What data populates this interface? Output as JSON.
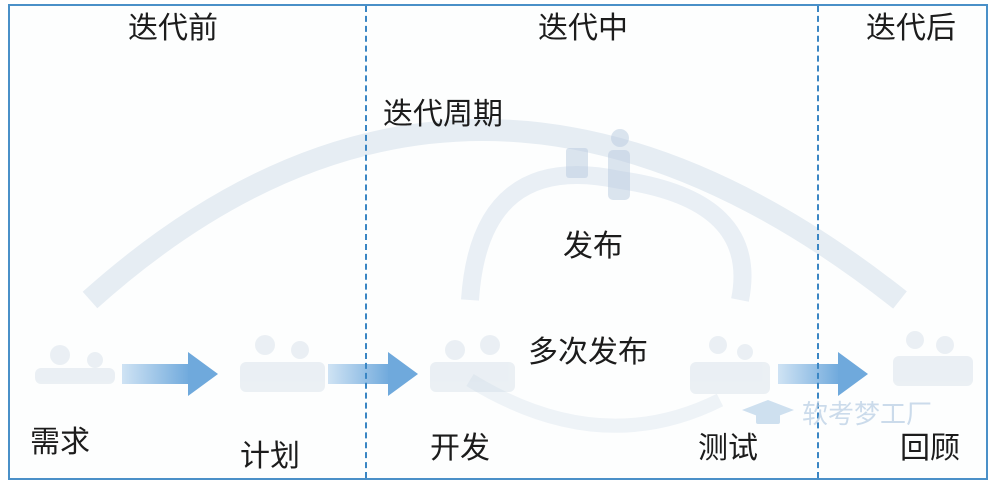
{
  "phases": {
    "before": "迭代前",
    "during": "迭代中",
    "after": "迭代后"
  },
  "cycle": {
    "label": "迭代周期",
    "release": "发布",
    "multi_release": "多次发布"
  },
  "steps": {
    "requirements": "需求",
    "plan": "计划",
    "develop": "开发",
    "test": "测试",
    "review": "回顾"
  },
  "watermark": "软考梦工厂",
  "colors": {
    "border": "#4a90c8",
    "divider": "#3a86c4",
    "arrow": "#7fb6e3",
    "arc": "#e3ebf2",
    "text": "#1c1c1c"
  }
}
